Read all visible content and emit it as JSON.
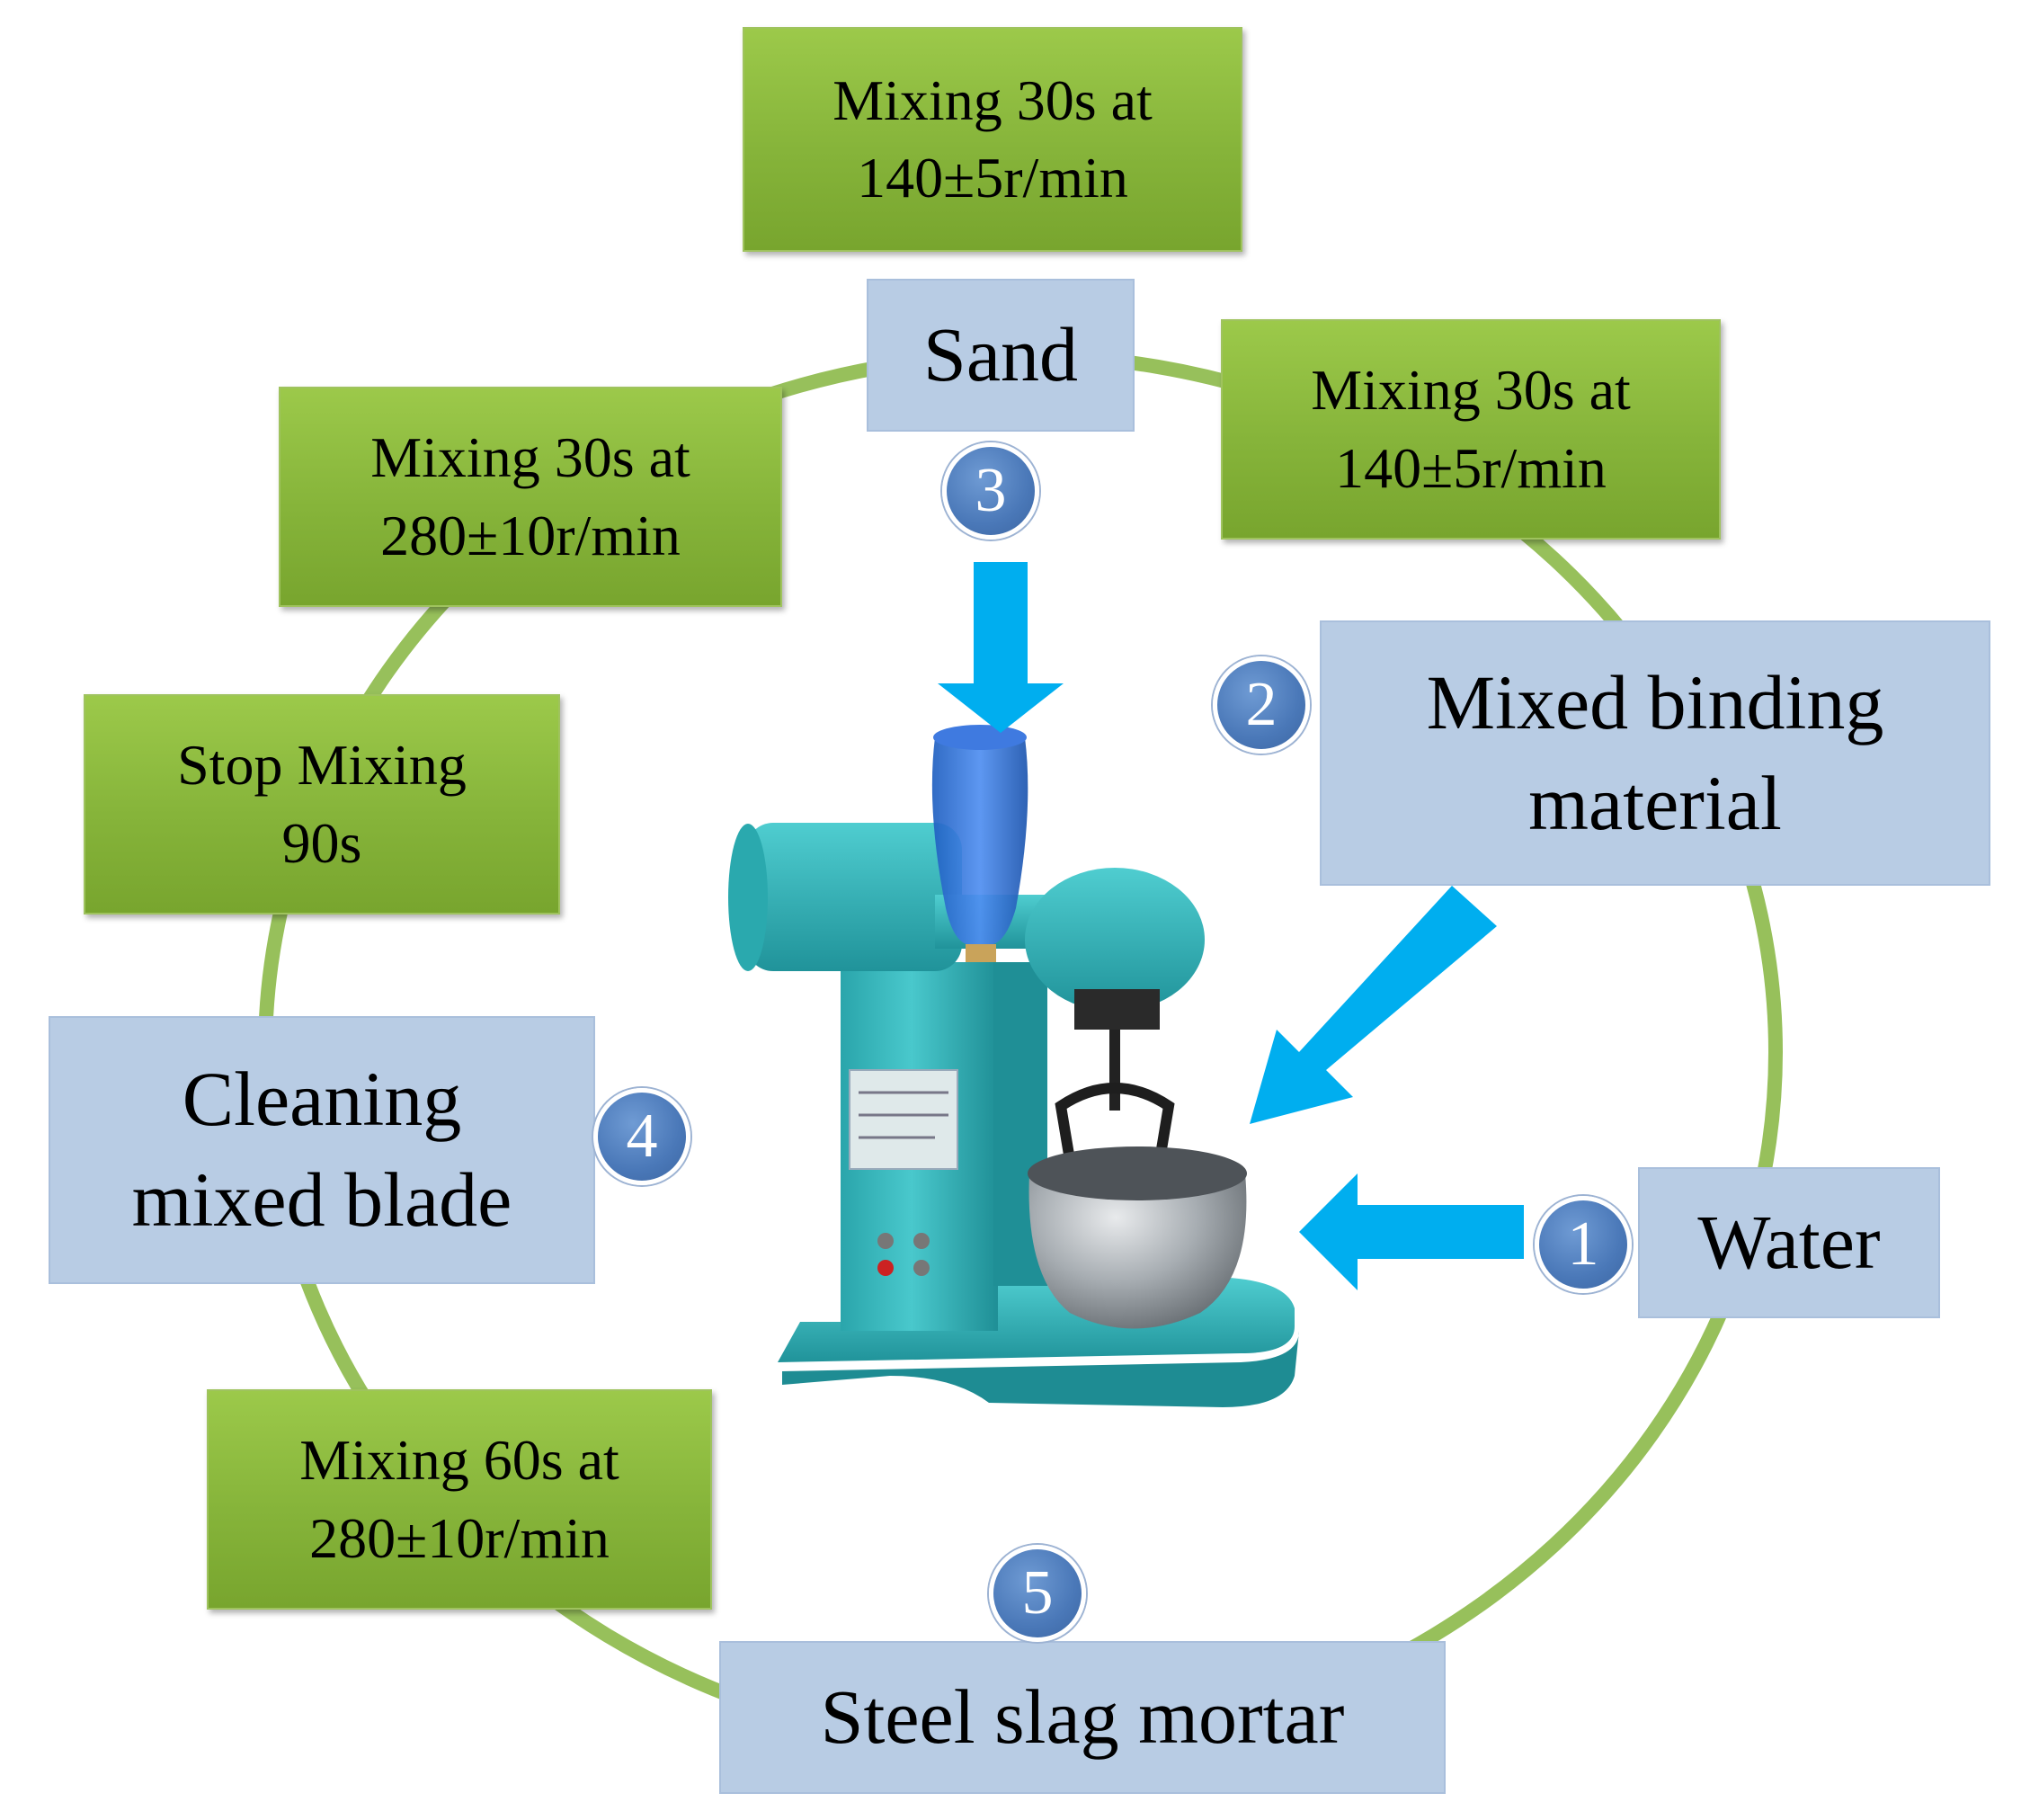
{
  "steps": {
    "water": {
      "label": "Water",
      "number": "1"
    },
    "binder": {
      "label": "Mixed binding\nmaterial",
      "number": "2"
    },
    "sand": {
      "label": "Sand",
      "number": "3"
    },
    "cleaning": {
      "label": "Cleaning\nmixed blade",
      "number": "4"
    },
    "mortar": {
      "label": "Steel slag mortar",
      "number": "5"
    }
  },
  "mixing": {
    "top": "Mixing 30s at\n140±5r/min",
    "right": "Mixing 30s at\n140±5r/min",
    "upper_left": "Mixing 30s at\n280±10r/min",
    "stop": "Stop Mixing\n90s",
    "lower_left": "Mixing 60s at\n280±10r/min"
  },
  "colors": {
    "cycle_ring": "#97c05b",
    "arrow": "#00aeef",
    "step_box": "#b8cce4",
    "mixing_box": "#86b43a",
    "badge": "#4a78b8",
    "mixer_body": "#39bdc2"
  }
}
